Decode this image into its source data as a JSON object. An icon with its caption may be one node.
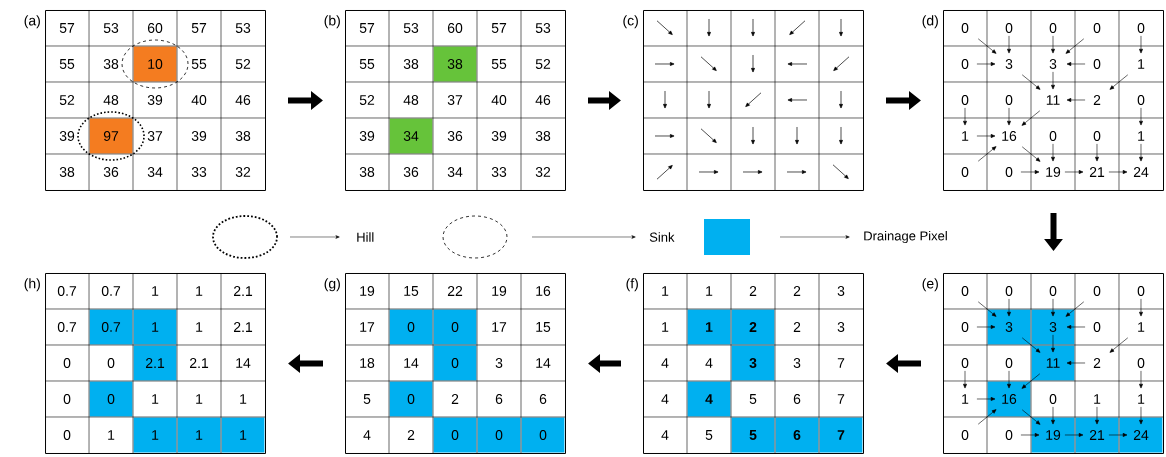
{
  "diagram": {
    "nodes": [
      {
        "text": [],
        "shape": "box",
        "beside": [
          "(a)"
        ]
      },
      {
        "text": [],
        "shape": "box",
        "beside": [
          "(b)"
        ]
      },
      {
        "text": [],
        "shape": "box",
        "beside": [
          "(c)"
        ]
      },
      {
        "text": [],
        "shape": "box",
        "beside": [
          "(d)"
        ]
      },
      {
        "text": [],
        "shape": "box",
        "beside": [
          "(e)"
        ]
      },
      {
        "text": [],
        "shape": "box",
        "beside": [
          "(f)"
        ]
      },
      {
        "text": [],
        "shape": "box",
        "beside": [
          "(g)"
        ]
      },
      {
        "text": [],
        "shape": "box",
        "beside": [
          "(h)"
        ]
      }
    ],
    "edges": [
      {
        "from": 0,
        "to": 1,
        "arrow": "to"
      },
      {
        "from": 1,
        "to": 2,
        "arrow": "to"
      },
      {
        "from": 2,
        "to": 3,
        "arrow": "to"
      },
      {
        "from": 3,
        "to": 4,
        "arrow": "to"
      },
      {
        "from": 4,
        "to": 5,
        "arrow": "to"
      },
      {
        "from": 5,
        "to": 6,
        "arrow": "to"
      },
      {
        "from": 6,
        "to": 7,
        "arrow": "to"
      }
    ],
    "labels": [
      "57",
      "53",
      "60",
      "57",
      "53",
      "55",
      "38",
      "10",
      "55",
      "52",
      "52",
      "48",
      "39",
      "40",
      "46",
      "39",
      "97",
      "37",
      "39",
      "38",
      "38",
      "36",
      "34",
      "33",
      "32",
      "57",
      "53",
      "60",
      "57",
      "53",
      "55",
      "38",
      "38",
      "55",
      "52",
      "52",
      "48",
      "37",
      "40",
      "46",
      "39",
      "34",
      "36",
      "39",
      "38",
      "38",
      "36",
      "34",
      "33",
      "32",
      "0",
      "0",
      "0",
      "0",
      "0",
      "0",
      "3",
      "3",
      "0",
      "1",
      "0",
      "0",
      "11",
      "2",
      "0",
      "1",
      "16",
      "0",
      "0",
      "1",
      "0",
      "0",
      "19",
      "21",
      "24",
      "0",
      "0",
      "0",
      "0",
      "0",
      "0",
      "3",
      "3",
      "0",
      "1",
      "0",
      "0",
      "11",
      "2",
      "0",
      "1",
      "16",
      "0",
      "1",
      "1",
      "0",
      "0",
      "19",
      "21",
      "24",
      "1",
      "1",
      "2",
      "2",
      "3",
      "1",
      "1",
      "2",
      "2",
      "3",
      "4",
      "4",
      "3",
      "3",
      "7",
      "4",
      "4",
      "5",
      "6",
      "7",
      "4",
      "5",
      "5",
      "6",
      "7",
      "19",
      "15",
      "22",
      "19",
      "16",
      "17",
      "0",
      "0",
      "17",
      "15",
      "18",
      "14",
      "0",
      "3",
      "14",
      "5",
      "0",
      "2",
      "6",
      "6",
      "4",
      "2",
      "0",
      "0",
      "0",
      "0.7",
      "0.7",
      "1",
      "1",
      "2.1",
      "0.7",
      "0.7",
      "1",
      "1",
      "2.1",
      "0",
      "0",
      "2.1",
      "2.1",
      "14",
      "0",
      "0",
      "1",
      "1",
      "1",
      "0",
      "1",
      "1",
      "1",
      "1"
    ],
    "legend": [
      {
        "text": "Hill"
      },
      {
        "text": "Sink"
      },
      {
        "text": "Drainage Pixel",
        "color": "#00b0f0"
      }
    ]
  }
}
